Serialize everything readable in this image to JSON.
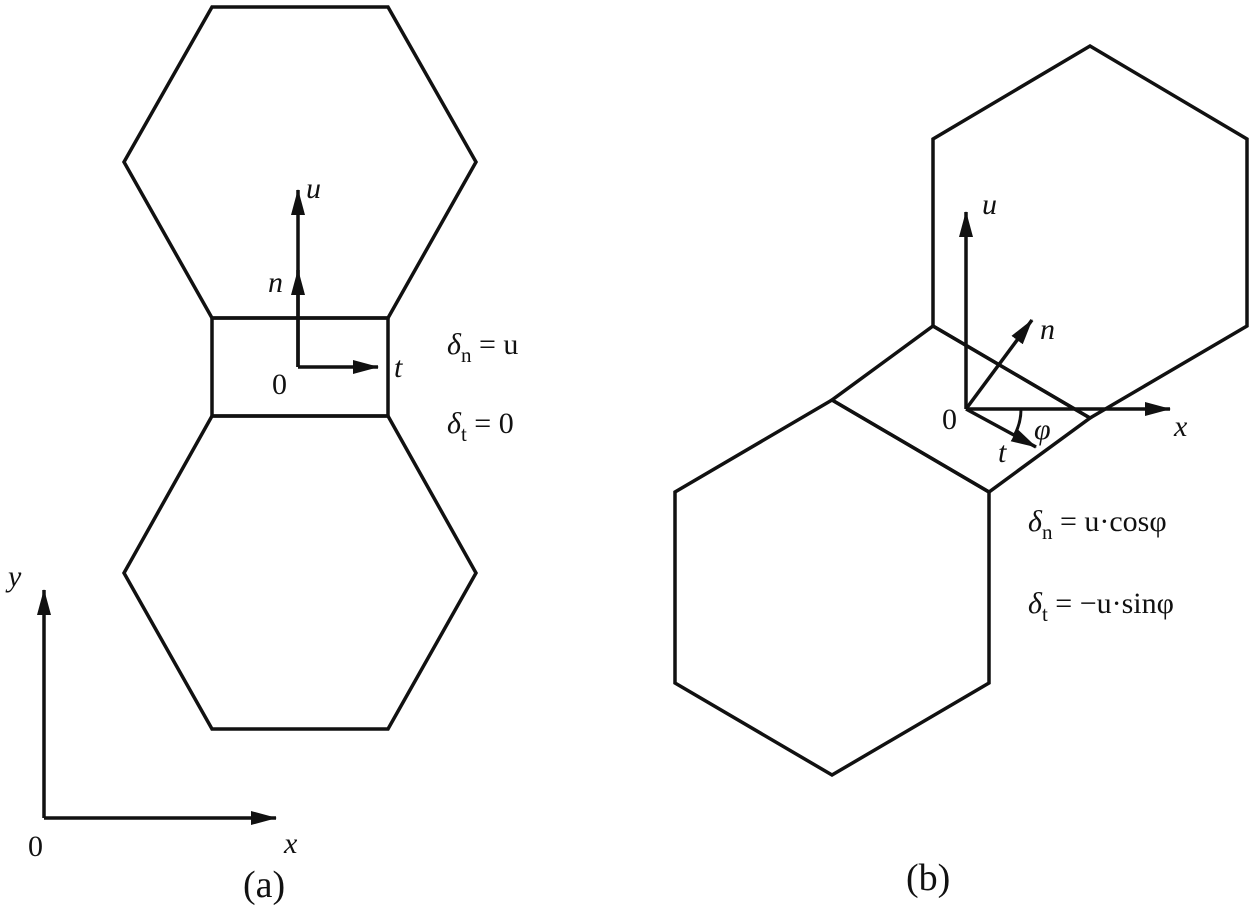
{
  "panel_a": {
    "caption": "(a)",
    "local_axes": {
      "u": "u",
      "n": "n",
      "t": "t",
      "origin": "0"
    },
    "global_axes": {
      "x": "x",
      "y": "y",
      "origin": "0"
    },
    "equations": {
      "delta_n": {
        "symbol": "δ",
        "sub": "n",
        "rhs": " = u"
      },
      "delta_t": {
        "symbol": "δ",
        "sub": "t",
        "rhs": " = 0"
      }
    }
  },
  "panel_b": {
    "caption": "(b)",
    "axes": {
      "u": "u",
      "n": "n",
      "t": "t",
      "x": "x",
      "origin": "0",
      "angle": "φ"
    },
    "equations": {
      "delta_n": {
        "symbol": "δ",
        "sub": "n",
        "rhs": " = u·cosφ"
      },
      "delta_t": {
        "symbol": "δ",
        "sub": "t",
        "rhs": " = −u·sinφ"
      }
    }
  }
}
